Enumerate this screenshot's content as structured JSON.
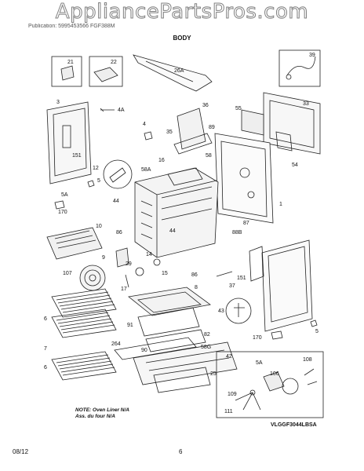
{
  "watermark": "AppliancePartsPros.com",
  "header_strip": "Publication: 5995453566 FGF388M",
  "title": "BODY",
  "note_line1": "NOTE: Oven Liner N/A",
  "note_line2": "Ass. du four N/A",
  "model_code": "VLGGF3044LBSA",
  "footer_date": "08/12",
  "footer_page": "6",
  "callouts": {
    "c21": "21",
    "c22": "22",
    "c26a": "26A",
    "c39": "39",
    "c3": "3",
    "c4a": "4A",
    "c151a": "151",
    "c36": "36",
    "c4": "4",
    "c89": "89",
    "c35": "35",
    "c58": "58",
    "c55": "55",
    "c33": "33",
    "c54": "54",
    "c12": "12",
    "c5a": "5",
    "c5aa": "5A",
    "c170a": "170",
    "c44a": "44",
    "c58a": "58A",
    "c16": "16",
    "c44b": "44",
    "c1": "1",
    "c87": "87",
    "c88b": "88B",
    "c10": "10",
    "c9": "9",
    "c86a": "86",
    "c29": "29",
    "c14": "14",
    "c15": "15",
    "c86b": "86",
    "c107": "107",
    "c17": "17",
    "c8": "8",
    "c37": "37",
    "c151b": "151",
    "c43": "43",
    "c6a": "6",
    "c7": "7",
    "c91": "91",
    "c82": "82",
    "c264": "264",
    "c90": "90",
    "c58g": "58G",
    "c42": "42",
    "c6b": "6",
    "c25": "25",
    "c5b": "5",
    "c170b": "170",
    "c5ab": "5A",
    "c108": "108",
    "c106": "106",
    "c109": "109",
    "c111": "111"
  }
}
